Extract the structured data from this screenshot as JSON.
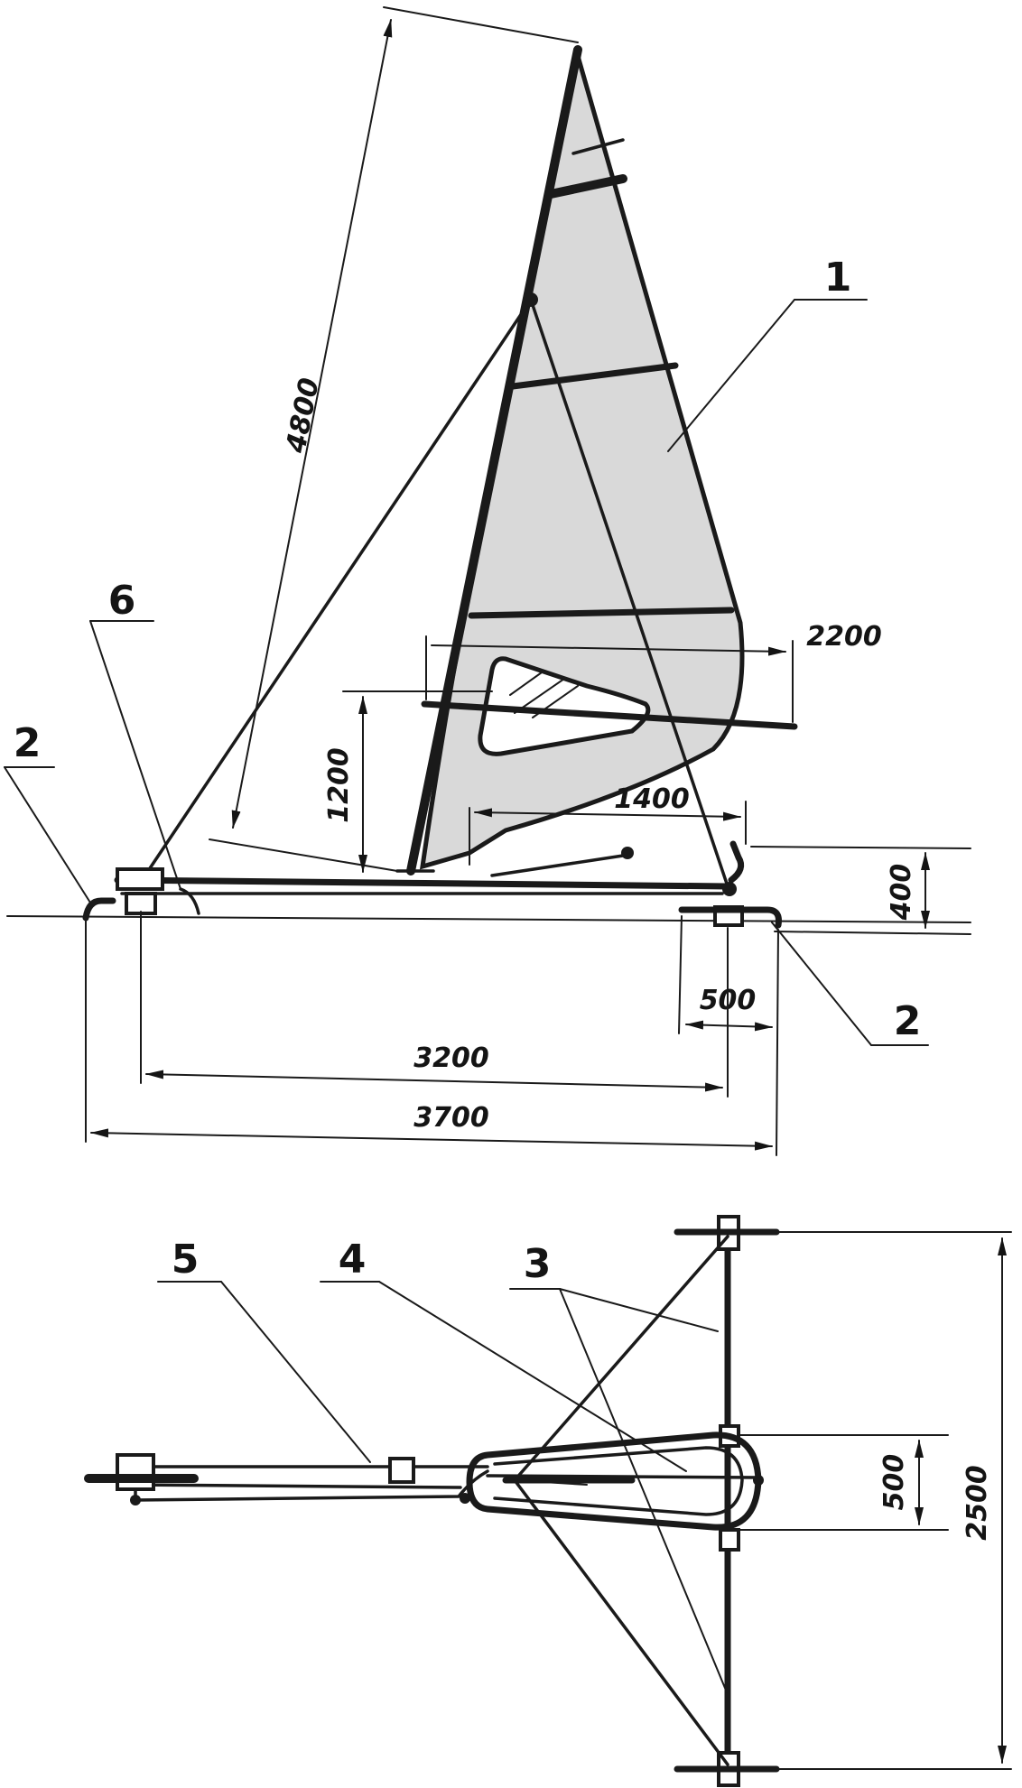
{
  "callouts": {
    "sail": "1",
    "runner_left": "2",
    "runner_right": "2",
    "cross_beam": "3",
    "frame": "4",
    "fuselage": "5",
    "steering": "6"
  },
  "dimensions": {
    "mast_height": "4800",
    "boom_length": "2200",
    "boom_height": "1200",
    "window_boom": "1400",
    "ground_clearance": "400",
    "runner_length": "500",
    "wheelbase": "3200",
    "overall_length": "3700",
    "frame_width": "500",
    "track_width": "2500"
  }
}
